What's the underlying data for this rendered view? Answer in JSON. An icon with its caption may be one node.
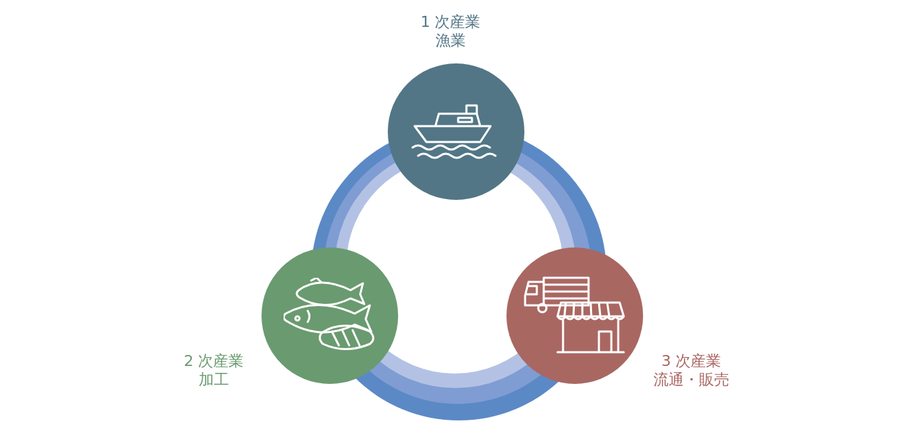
{
  "diagram": {
    "nodes": [
      {
        "text": [
          "1 次産業",
          "漁業"
        ]
      },
      {
        "text": [
          "2 次産業",
          "加工"
        ]
      },
      {
        "text": [
          "3 次産業",
          "流通・販売"
        ]
      }
    ]
  }
}
